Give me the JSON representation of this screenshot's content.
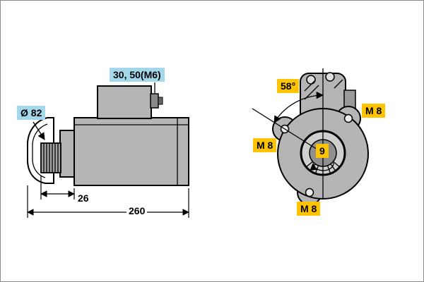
{
  "colors": {
    "label_blue": "#a4d7ea",
    "label_yellow": "#ffc400",
    "body_gray": "#b5b5b5"
  },
  "side_view": {
    "terminal_label": "30, 50(M6)",
    "diameter_label": "Ø 82",
    "dim_small": "26",
    "dim_length": "260"
  },
  "end_view": {
    "angle_label": "58°",
    "bolt_right": "M 8",
    "bolt_left": "M 8",
    "bolt_bottom": "M 8",
    "center_label": "9"
  }
}
